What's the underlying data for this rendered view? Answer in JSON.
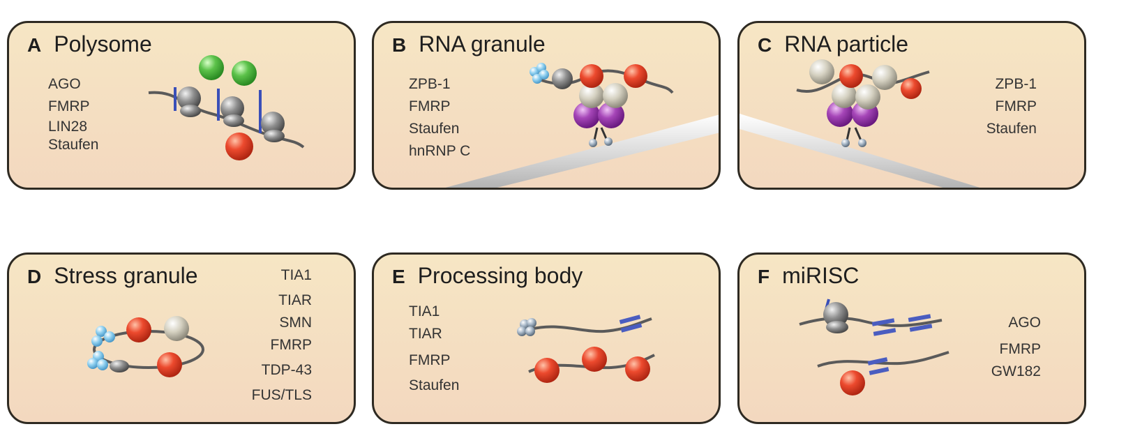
{
  "colors": {
    "panel_fill_top": "#f6e6c4",
    "panel_fill_bottom": "#f3d8bf",
    "panel_border": "#2e2a22",
    "rna_strand": "#5a5a5a",
    "ribosome_grey": "#8c8c8c",
    "ribosome_light": "#cfcbbd",
    "protein_red": "#e8452c",
    "protein_green": "#5cbf4a",
    "protein_purple": "#a044b4",
    "protein_lightblue": "#8fd0f0",
    "marker_blue": "#4a5dc0",
    "microtubule": "#d9d9d9"
  },
  "panels": [
    {
      "letter": "A",
      "title": "Polysome",
      "proteins": [
        "AGO",
        "FMRP",
        "LIN28",
        "Staufen"
      ]
    },
    {
      "letter": "B",
      "title": "RNA granule",
      "proteins": [
        "ZPB-1",
        "FMRP",
        "Staufen",
        "hnRNP C"
      ]
    },
    {
      "letter": "C",
      "title": "RNA particle",
      "proteins": [
        "ZPB-1",
        "FMRP",
        "Staufen"
      ]
    },
    {
      "letter": "D",
      "title": "Stress granule",
      "proteins": [
        "TIA1",
        "TIAR",
        "SMN",
        "FMRP",
        "TDP-43",
        "FUS/TLS"
      ]
    },
    {
      "letter": "E",
      "title": "Processing body",
      "proteins": [
        "TIA1",
        "TIAR",
        "FMRP",
        "Staufen"
      ]
    },
    {
      "letter": "F",
      "title": "miRISC",
      "proteins": [
        "AGO",
        "FMRP",
        "GW182"
      ]
    }
  ]
}
